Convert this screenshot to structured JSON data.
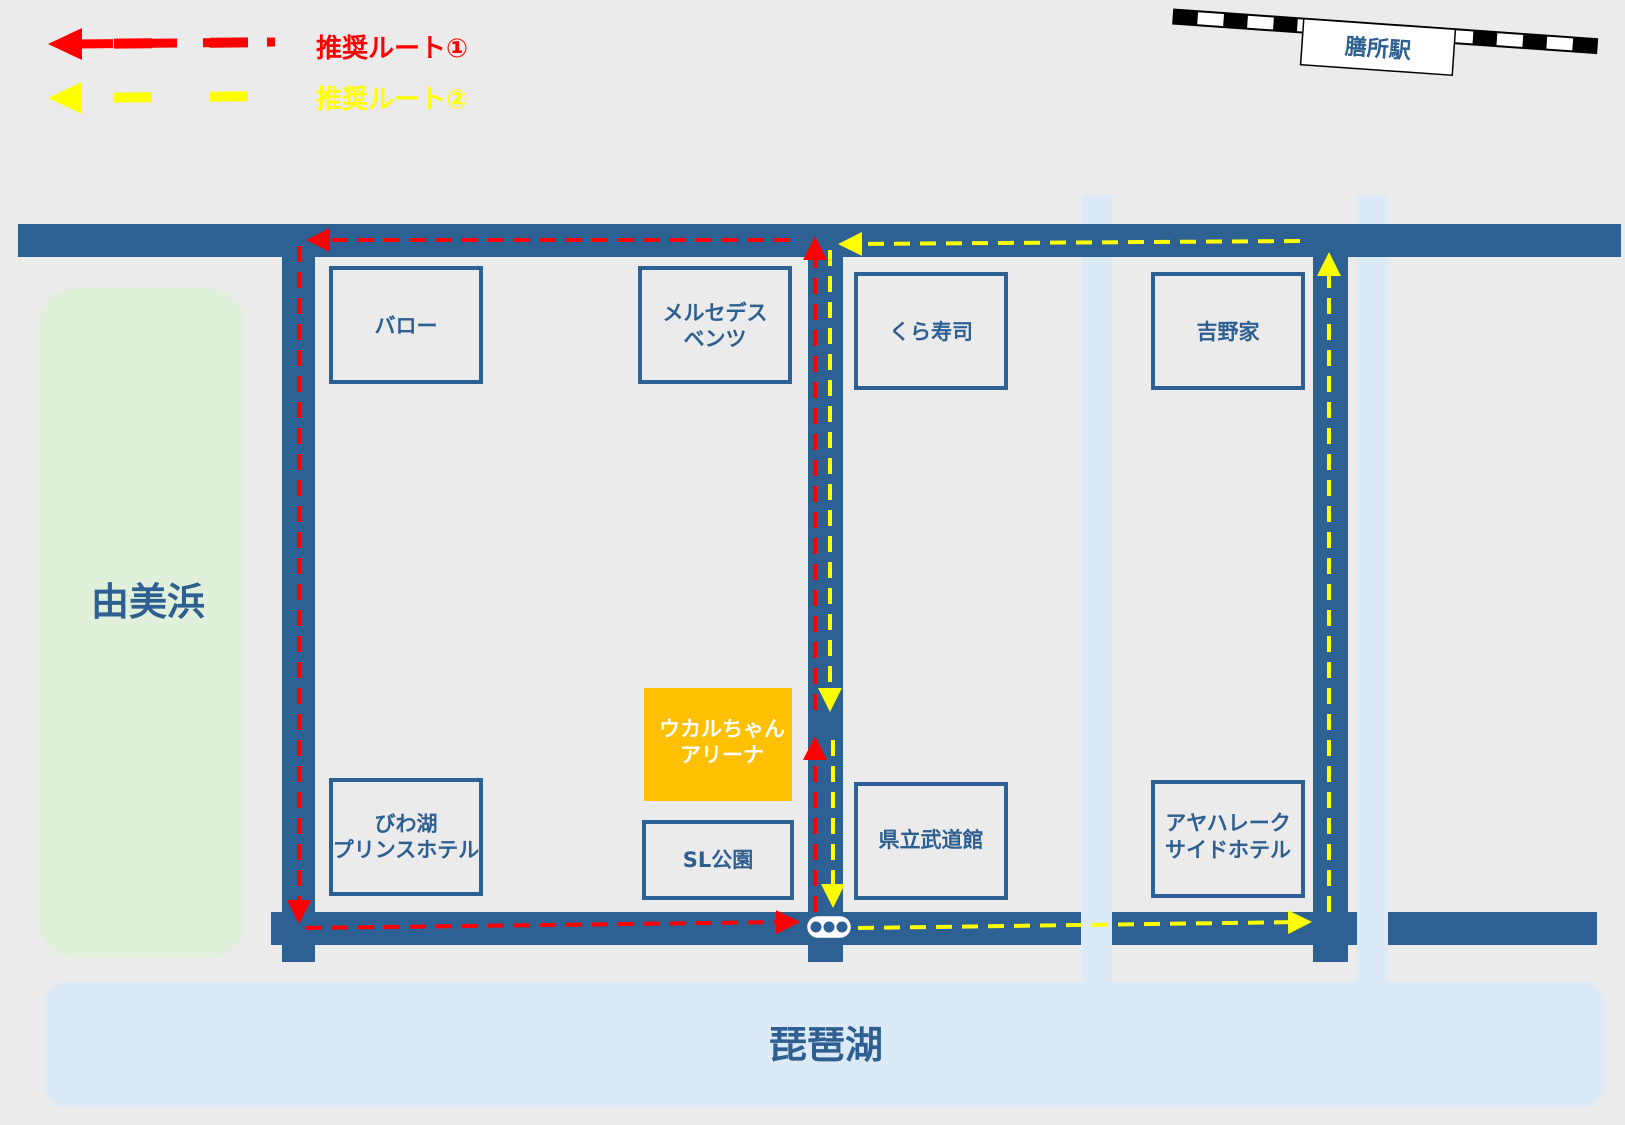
{
  "colors": {
    "road": "#2e6193",
    "route1": "#ff0000",
    "route2": "#ffff00",
    "lake": "#dce9f6",
    "beach": "#e0f0db",
    "arena": "#ffc000",
    "text": "#2e5f91",
    "background": "#ebebeb"
  },
  "legend": {
    "route1": "推奨ルート①",
    "route2": "推奨ルート②"
  },
  "station": {
    "label": "膳所駅",
    "icon": "railway-track-icon"
  },
  "areas": {
    "beach": "由美浜",
    "lake": "琵琶湖"
  },
  "places": {
    "barlow": "バロー",
    "mercedes": [
      "メルセデス",
      "ベンツ"
    ],
    "kura": "くら寿司",
    "yoshinoya": "吉野家",
    "arena": [
      "ウカルちゃん",
      "アリーナ"
    ],
    "biwako_prince": [
      "びわ湖",
      "プリンスホテル"
    ],
    "sl_park": "SL公園",
    "budokan": "県立武道館",
    "ayaha": [
      "アヤハレーク",
      "サイドホテル"
    ]
  },
  "traffic_signal_icon": "traffic-light-icon"
}
